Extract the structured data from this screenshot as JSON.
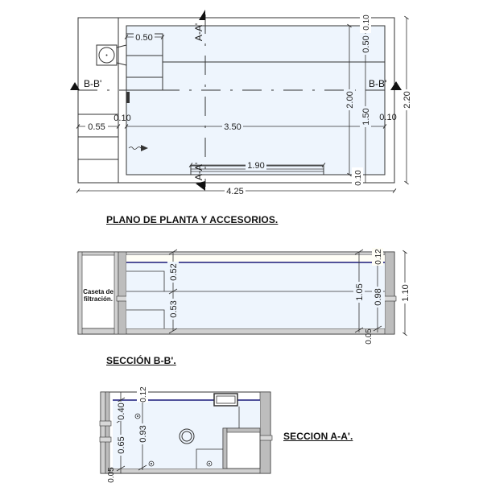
{
  "drawing": {
    "colors": {
      "water_fill": "#eef5fd",
      "line": "#333333",
      "water_line": "#1a1a7a",
      "wall_gray": "#bdbdbd",
      "text": "#111111"
    },
    "plan": {
      "title": "PLANO DE PLANTA Y ACCESORIOS.",
      "section_markers": {
        "aa_top": "A-A'",
        "aa_bottom": "A-A'",
        "bb_left": "B-B'",
        "bb_right": "B-B'"
      },
      "dimensions": {
        "step_width": "0.50",
        "casing_width": "0.55",
        "wall_left": "0.10",
        "pool_length": "3.50",
        "bench_length": "1.90",
        "total_length": "4.25",
        "top_wall": "0.10",
        "step_depth": "0.50",
        "pool_width_inner": "2.00",
        "pool_width_mid": "1.50",
        "right_wall": "0.10",
        "bottom_wall": "0.10",
        "total_width": "2.20"
      }
    },
    "section_bb": {
      "title": "SECCIÓN B-B'.",
      "caseta_label_line1": "Caseta de",
      "caseta_label_line2": "filtración.",
      "dimensions": {
        "upper_step": "0.52",
        "lower_step": "0.53",
        "freeboard": "0.12",
        "pool_depth": "1.05",
        "water_depth": "0.98",
        "floor": "0.05",
        "total_height": "1.10"
      }
    },
    "section_aa": {
      "title": "SECCION A-A'.",
      "dimensions": {
        "freeboard": "0.12",
        "upper": "0.40",
        "lower": "0.65",
        "water_depth": "0.93",
        "floor": "0.05"
      }
    }
  }
}
